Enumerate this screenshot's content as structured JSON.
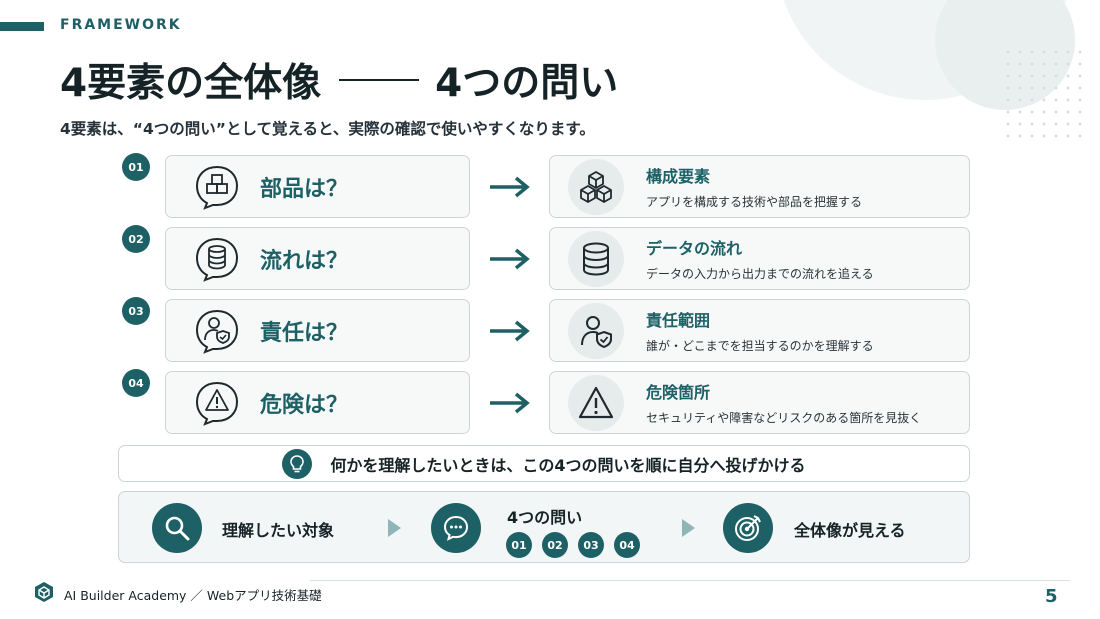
{
  "header": {
    "kicker": "FRAMEWORK",
    "title_left": "4要素の全体像",
    "title_right": "4つの問い",
    "subtitle": "4要素は、“4つの問い”として覚えると、実際の確認で使いやすくなります。"
  },
  "rows": [
    {
      "num": "01",
      "question": "部品は？",
      "heading": "構成要素",
      "desc": "アプリを構成する技術や部品を把握する",
      "icon": "blocks-icon"
    },
    {
      "num": "02",
      "question": "流れは？",
      "heading": "データの流れ",
      "desc": "データの入力から出力までの流れを追える",
      "icon": "database-icon"
    },
    {
      "num": "03",
      "question": "責任は？",
      "heading": "責任範囲",
      "desc": "誰が・どこまでを担当するのかを理解する",
      "icon": "user-shield-icon"
    },
    {
      "num": "04",
      "question": "危険は？",
      "heading": "危険箇所",
      "desc": "セキュリティや障害などリスクのある箇所を見抜く",
      "icon": "warning-icon"
    }
  ],
  "tip": {
    "text": "何かを理解したいときは、この4つの問いを順に自分へ投げかける",
    "icon": "lightbulb-icon"
  },
  "flow": {
    "step1": "理解したい対象",
    "step2": "4つの問い",
    "step2_pills": [
      "01",
      "02",
      "03",
      "04"
    ],
    "step3": "全体像が見える"
  },
  "footer": {
    "text": "AI Builder Academy ／ Webアプリ技術基礎",
    "page": "5"
  },
  "colors": {
    "accent": "#1d6166",
    "border": "#cbd5d5",
    "panel": "#f7f9f9"
  }
}
